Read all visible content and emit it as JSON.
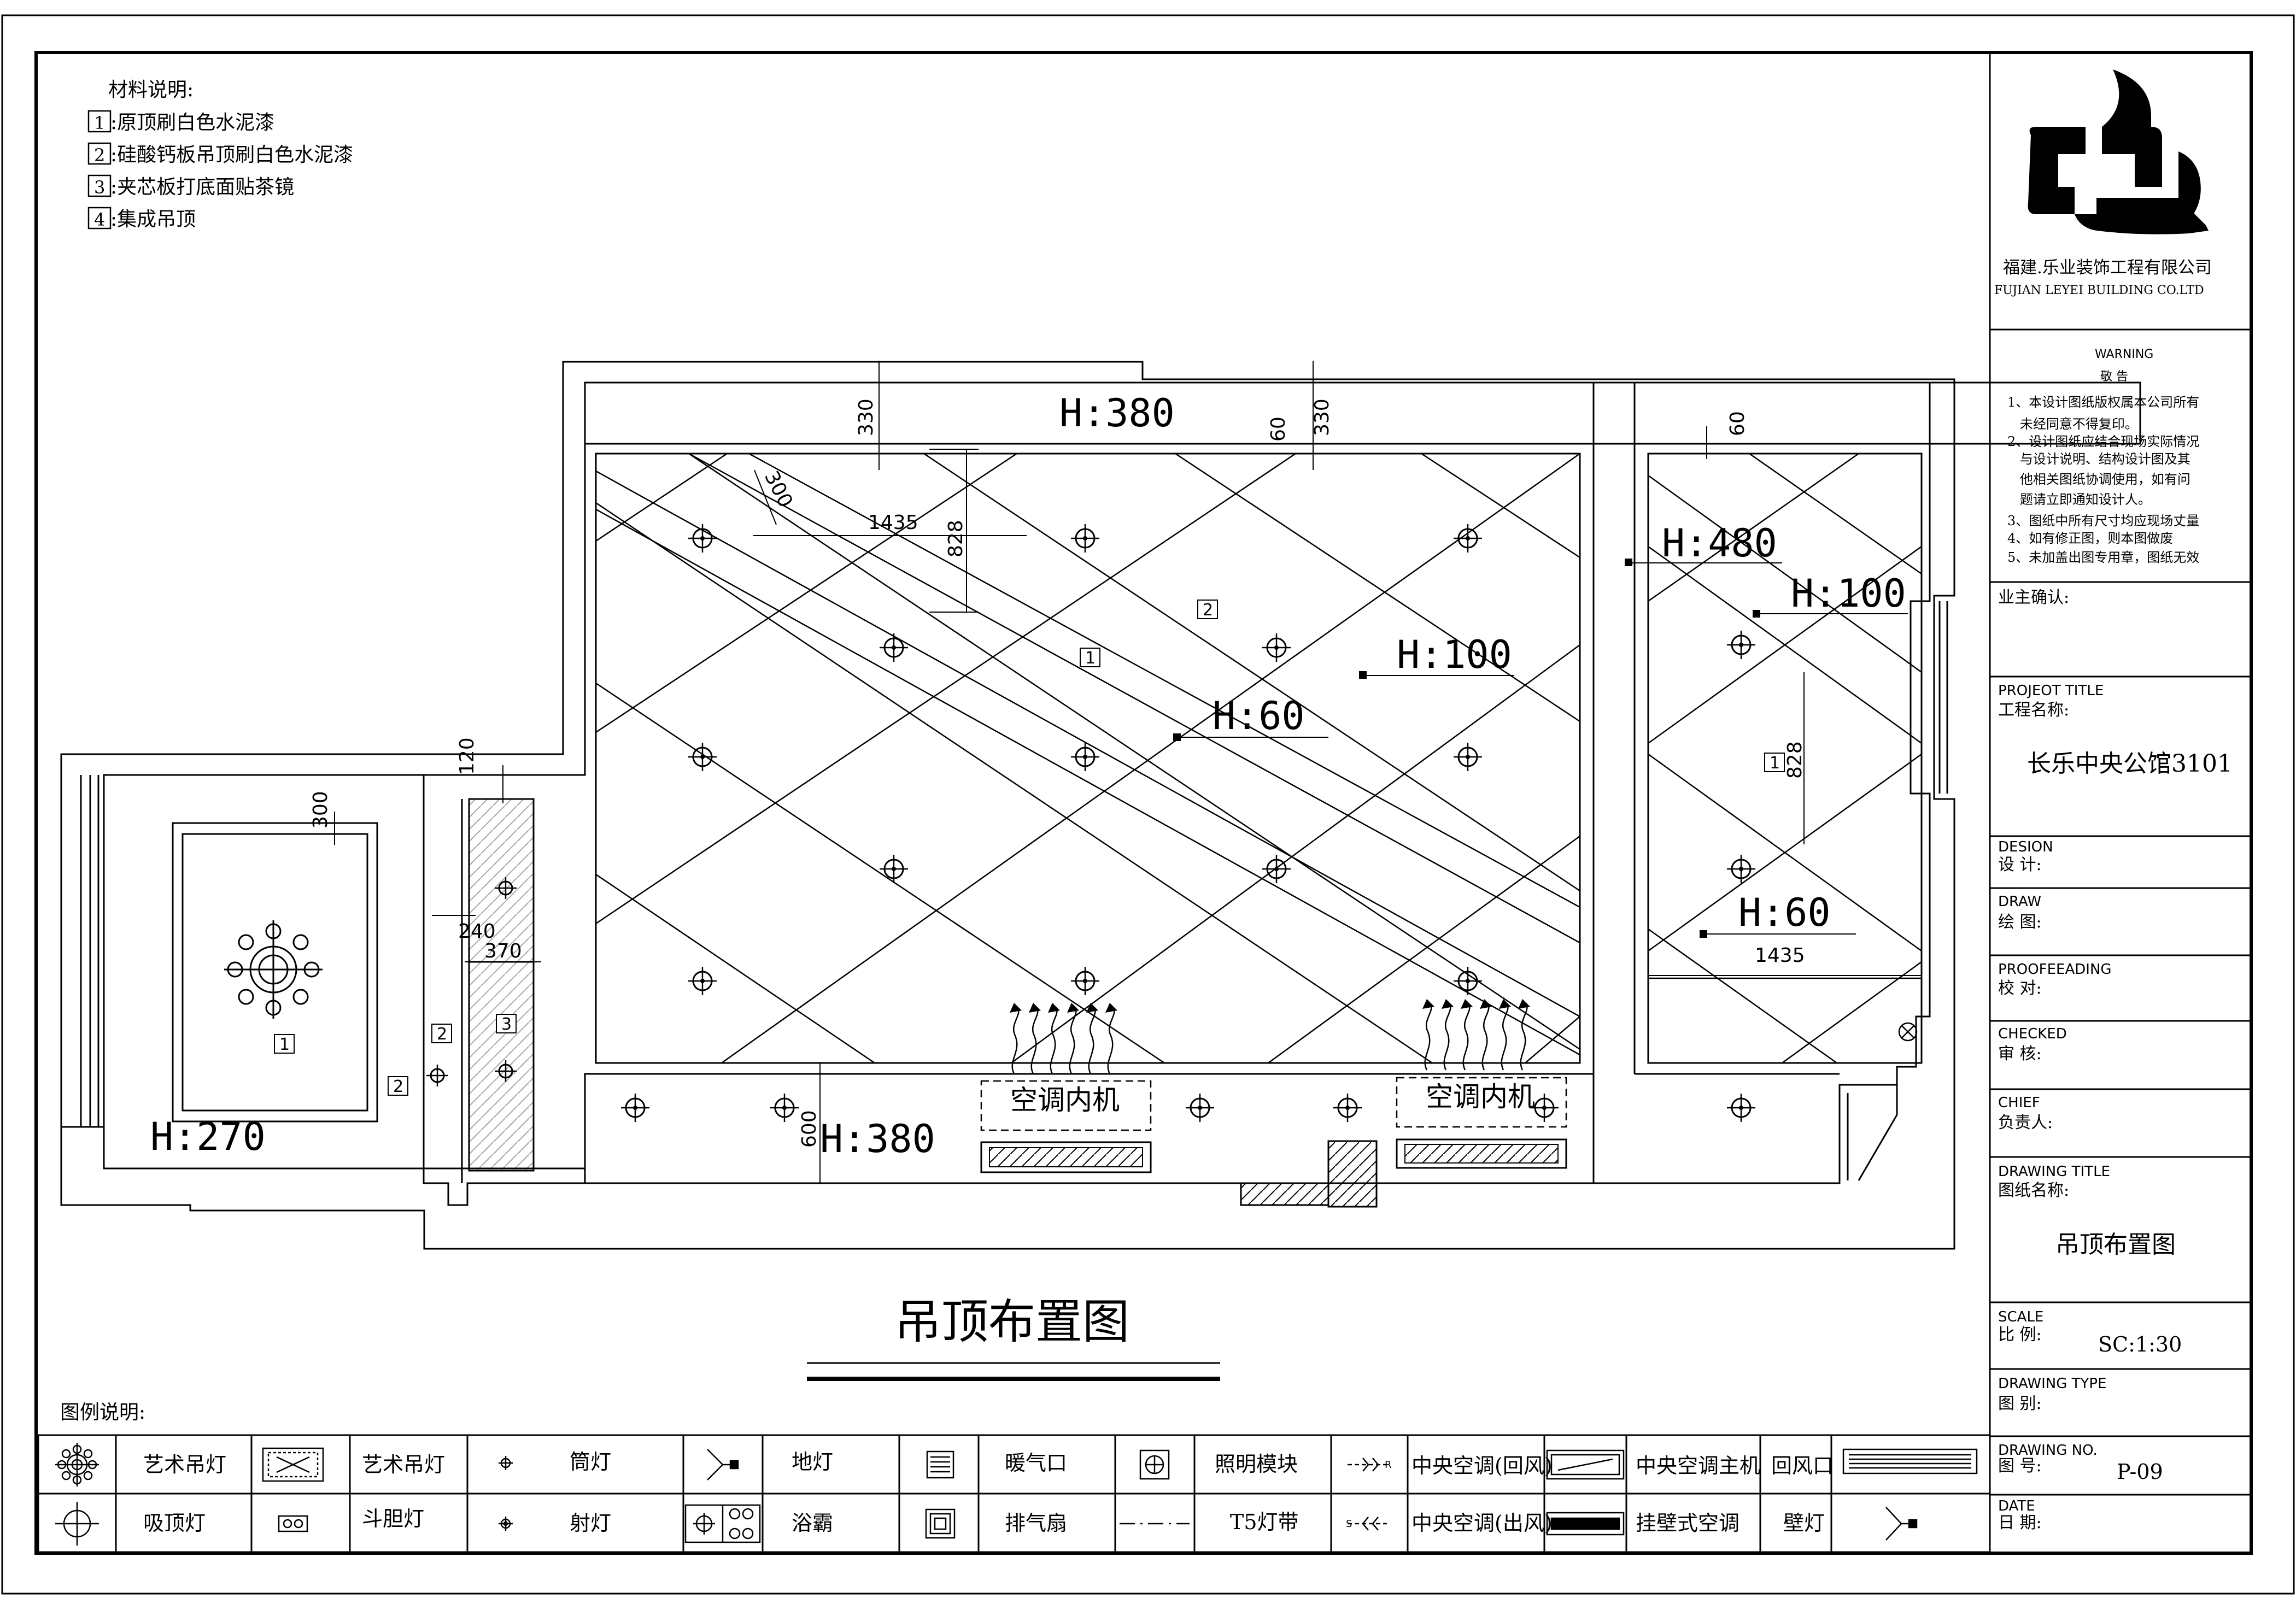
{
  "materials": {
    "heading": "材料说明:",
    "items": [
      {
        "num": "1",
        "text": ":原顶刷白色水泥漆"
      },
      {
        "num": "2",
        "text": ":硅酸钙板吊顶刷白色水泥漆"
      },
      {
        "num": "3",
        "text": ":夹芯板打底面贴茶镜"
      },
      {
        "num": "4",
        "text": ":集成吊顶"
      }
    ]
  },
  "plan": {
    "heights": {
      "top_band": "H:380",
      "bottom_band": "H:380",
      "left_room": "H:270",
      "main_beam": "H:100",
      "main_panel": "H:60",
      "right_outer": "H:480",
      "right_beam": "H:100",
      "right_panel": "H:60"
    },
    "dims": {
      "d330a": "330",
      "d330b": "330",
      "d60a": "60",
      "d60b": "60",
      "d300a": "300",
      "d300b": "300",
      "d1435a": "1435",
      "d1435b": "1435",
      "d828a": "828",
      "d828b": "828",
      "d120": "120",
      "d240": "240",
      "d370": "370",
      "d600": "600"
    },
    "labels": {
      "m1_main": "1",
      "m2_main": "2",
      "m1_left": "1",
      "m2_left": "2",
      "m2_strip": "2",
      "m3_strip": "3",
      "m1_right": "1"
    },
    "ac_left": "空调内机",
    "ac_right": "空调内机"
  },
  "drawing_title": "吊顶布置图",
  "legend": {
    "heading": "图例说明:",
    "row1": [
      {
        "icon": "art-chandelier-icon",
        "label": "艺术吊灯"
      },
      {
        "icon": "art-chandelier-rect-icon",
        "label": "艺术吊灯"
      },
      {
        "icon": "downlight-icon",
        "label": "筒灯"
      },
      {
        "icon": "floor-lamp-icon",
        "label": "地灯"
      },
      {
        "icon": "heater-vent-icon",
        "label": "暖气口"
      },
      {
        "icon": "lighting-module-icon",
        "label": "照明模块"
      },
      {
        "icon": "central-ac-return-icon",
        "label": "中央空调(回风)"
      },
      {
        "icon": "central-ac-host-icon",
        "label": "中央空调主机"
      },
      {
        "icon": "return-vent-icon",
        "label": "回风口"
      }
    ],
    "row2": [
      {
        "icon": "ceiling-lamp-icon",
        "label": "吸顶灯"
      },
      {
        "icon": "grille-lamp-icon",
        "label": "斗胆灯"
      },
      {
        "icon": "spotlight-icon",
        "label": "射灯"
      },
      {
        "icon": "bath-heater-icon",
        "label": "浴霸"
      },
      {
        "icon": "exhaust-fan-icon",
        "label": "排气扇"
      },
      {
        "icon": "t5-strip-icon",
        "label": "T5灯带"
      },
      {
        "icon": "central-ac-supply-icon",
        "label": "中央空调(出风)"
      },
      {
        "icon": "wall-ac-icon",
        "label": "挂壁式空调"
      },
      {
        "icon": "wall-lamp-icon",
        "label": "壁灯"
      }
    ],
    "symbols": {
      "return_mark": "R",
      "supply_mark": "S"
    }
  },
  "title_block": {
    "company_cn": "福建.乐业装饰工程有限公司",
    "company_en": "FUJIAN LEYEI BUILDING CO.LTD",
    "warning_en": "WARNING",
    "warning_cn": "敬 告",
    "warnings": [
      "1、本设计图纸版权属本公司所有",
      "   未经同意不得复印。",
      "2、设计图纸应结合现场实际情况",
      "   与设计说明、结构设计图及其",
      "   他相关图纸协调使用，如有问",
      "   题请立即通知设计人。",
      "3、图纸中所有尺寸均应现场丈量",
      "4、如有修正图，则本图做废",
      "5、未加盖出图专用章，图纸无效"
    ],
    "owner_confirm": "业主确认:",
    "project_title_en": "PROJEOT TITLE",
    "project_title_cn": "工程名称:",
    "project_name": "长乐中央公馆3101",
    "design_en": "DESION",
    "design_cn": "设 计:",
    "draw_en": "DRAW",
    "draw_cn": "绘 图:",
    "proof_en": "PROOFEEADING",
    "proof_cn": "校 对:",
    "checked_en": "CHECKED",
    "checked_cn": "审 核:",
    "chief_en": "CHIEF",
    "chief_cn": "负责人:",
    "drawing_title_en": "DRAWING TITLE",
    "drawing_title_cn": "图纸名称:",
    "drawing_name": "吊顶布置图",
    "scale_en": "SCALE",
    "scale_cn": "比 例:",
    "scale_value": "SC:1:30",
    "type_en": "DRAWING TYPE",
    "type_cn": "图 别:",
    "no_en": "DRAWING NO.",
    "no_cn": "图 号:",
    "no_value": "P-09",
    "date_en": "DATE",
    "date_cn": "日 期:"
  }
}
